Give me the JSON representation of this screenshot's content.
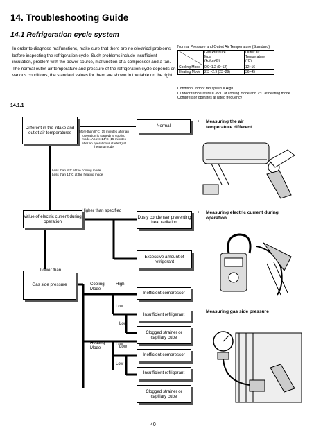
{
  "title": "14.  Troubleshooting Guide",
  "subtitle": "14.1  Refrigeration cycle system",
  "intro": "In order to diagnose malfunctions, make sure that there are no electrical problems before inspecting the refrigeration cycle. Such problems include insufficient insulation, problem with the power source, malfunction of a compressor and a fan. The normal outlet air temperature and pressure of the refrigeration cycle depends on various conditions, the standard values for them are shown in the table on the right.",
  "section": "14.1.1",
  "pressure_table": {
    "title": "Normal Pressure and Outlet Air Temperature (Standard)",
    "col_pressure": "Gas Pressure",
    "col_pressure_unit1": "Mpa",
    "col_pressure_unit2": "(kg/cm²G)",
    "col_temp": "Outlet air",
    "col_temp2": "Temperature",
    "col_temp_unit": "(°C)",
    "rows": [
      {
        "mode": "Cooling Mode",
        "pressure": "0.9~1.2 (9~12)",
        "temp": "12~16"
      },
      {
        "mode": "Heating Mode",
        "pressure": "2.3 ~2.9 (23~29)",
        "temp": "36~45"
      }
    ],
    "condition1": "Condition:  Indoor fan speed = High",
    "condition2": "Outdoor temperature = 35°C at cooling mode   and 7°C at heating mode.",
    "condition3": "Compressor operates at rated frequency"
  },
  "flow": {
    "diff_box": "Different in the intake and outlet air temperatures",
    "more_than": "More than 8°C (15 minutes after an operation is started) at cooling mode. Above 14°C (15 minutes after an operation is started ) at heating mode",
    "normal": "Normal",
    "less_than_1": "Less than 8°C at the cooling mode",
    "less_than_2": "Less than 14°C at the heating mode",
    "current_box": "Value of electric current during operation",
    "higher_than": "Higher than specified",
    "dusty": "Dusty condenser preventing heat radiation",
    "excessive": "Excessive amount of refrigerant",
    "lower_than": "Lower than specified",
    "gas_box": "Gas side pressure",
    "cooling": "Cooling Mode",
    "heating": "Heating Mode",
    "high": "High",
    "low": "Low",
    "ineff_comp": "Inefficient compressor",
    "insuf_ref": "Insufficient refrigerant",
    "clogged": "Clogged strainer or capillary cube"
  },
  "bullets": {
    "b1": "Measuring the air temperature different",
    "b2": "Measuring electric current during operation",
    "b3": "Measuring gas side pressure"
  },
  "page_number": "40"
}
